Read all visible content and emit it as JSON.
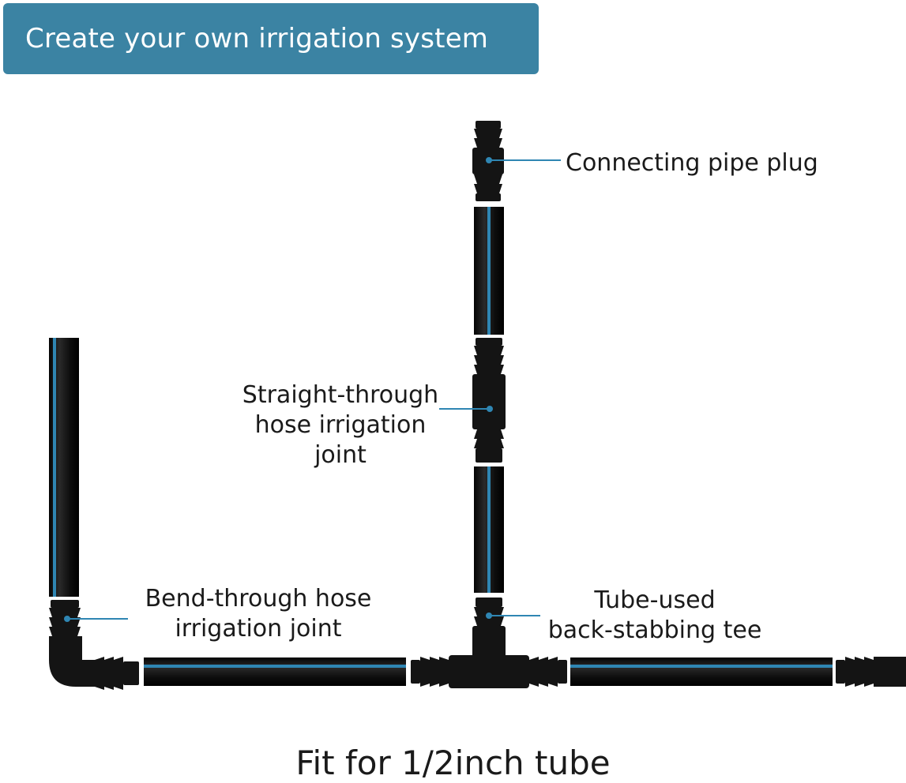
{
  "header": {
    "title": "Create your own irrigation system"
  },
  "labels": {
    "connecting_pipe_plug": "Connecting pipe plug",
    "straight_line1": "Straight-through",
    "straight_line2": "hose irrigation",
    "straight_line3": "joint",
    "bend_line1": "Bend-through hose",
    "bend_line2": "irrigation joint",
    "tee_line1": "Tube-used",
    "tee_line2": "back-stabbing tee"
  },
  "footer": {
    "caption": "Fit for 1/2inch tube"
  },
  "colors": {
    "banner": "#3b83a3",
    "pipe": "#111111",
    "stripe": "#2f86b3",
    "leader": "#2f86b3"
  }
}
